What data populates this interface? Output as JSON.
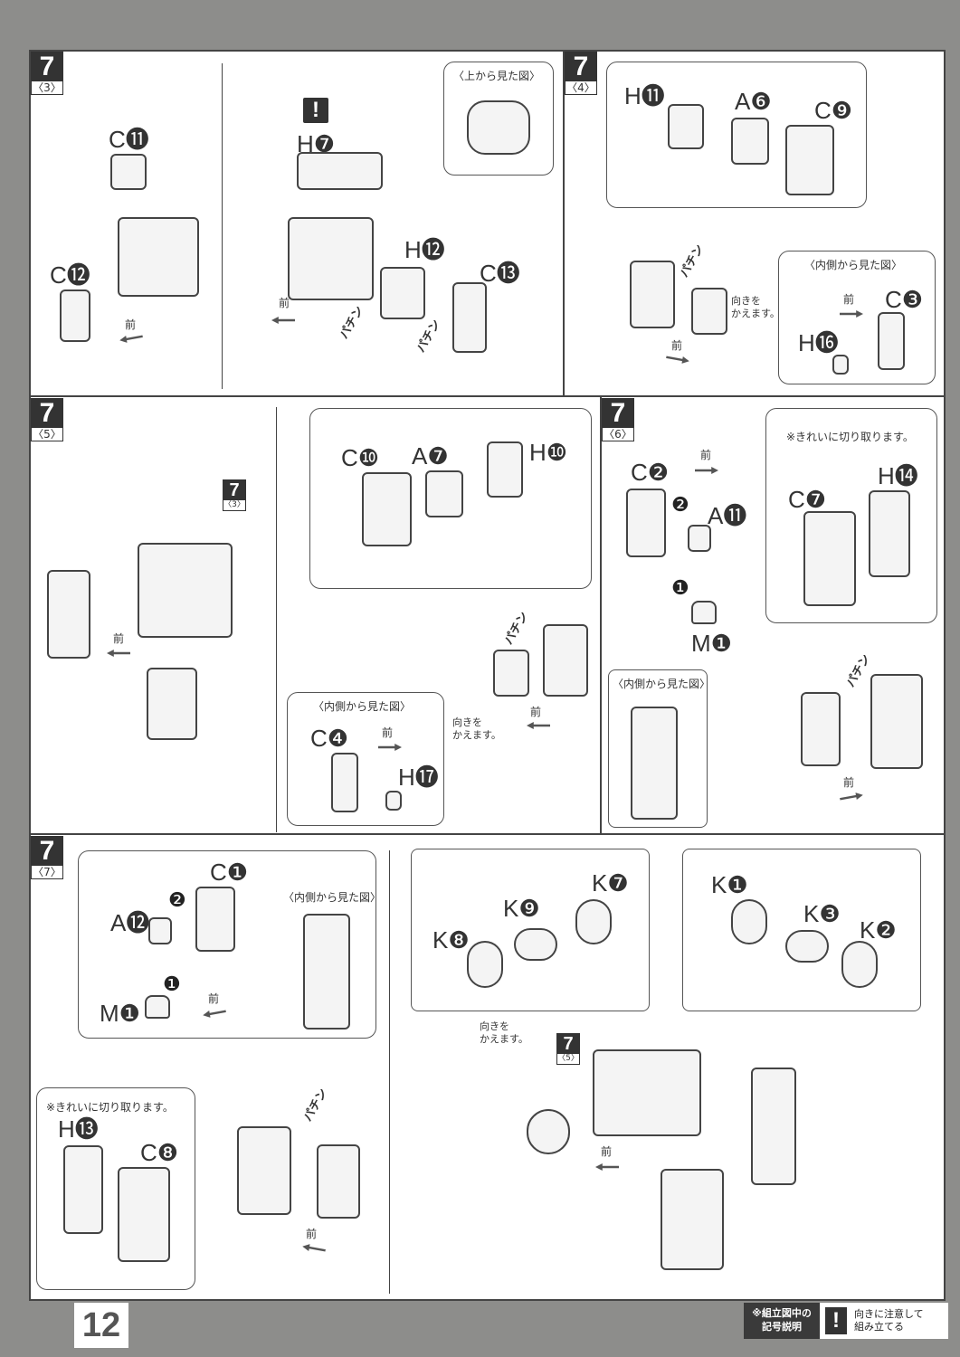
{
  "page_number": "12",
  "legend": {
    "title": "※組立図中の\n記号説明",
    "icon": "exclamation-icon",
    "symbol": "!",
    "meaning": "向きに注意して\n組み立てる"
  },
  "common": {
    "front": "前",
    "snap": "パチン",
    "turn": "向きを\nかえます。",
    "cut_clean": "※きれいに切り取ります。",
    "inside_view": "〈内側から見た図〉",
    "top_view": "〈上から見た図〉",
    "step": "7",
    "step_1": "❶",
    "step_2": "❷"
  },
  "panels": [
    {
      "step": "7",
      "sub": "〈3〉",
      "labels": [
        "C⓫",
        "C⓬",
        "H❼",
        "H⓬",
        "C⓭"
      ]
    },
    {
      "step": "7",
      "sub": "〈4〉",
      "labels": [
        "H⓫",
        "A❻",
        "C❾",
        "C❸",
        "H⓰"
      ]
    },
    {
      "step": "7",
      "sub": "〈5〉",
      "ref": "〈3〉",
      "labels": [
        "C❿",
        "A❼",
        "H❿",
        "C❹",
        "H⓱"
      ]
    },
    {
      "step": "7",
      "sub": "〈6〉",
      "labels": [
        "C❷",
        "A⓫",
        "M❶",
        "C❼",
        "H⓮"
      ]
    },
    {
      "step": "7",
      "sub": "〈7〉",
      "ref": "〈5〉",
      "labels": [
        "C❶",
        "A⓬",
        "M❶",
        "H⓭",
        "C❽",
        "K❽",
        "K❾",
        "K❼",
        "K❶",
        "K❸",
        "K❷"
      ]
    }
  ]
}
